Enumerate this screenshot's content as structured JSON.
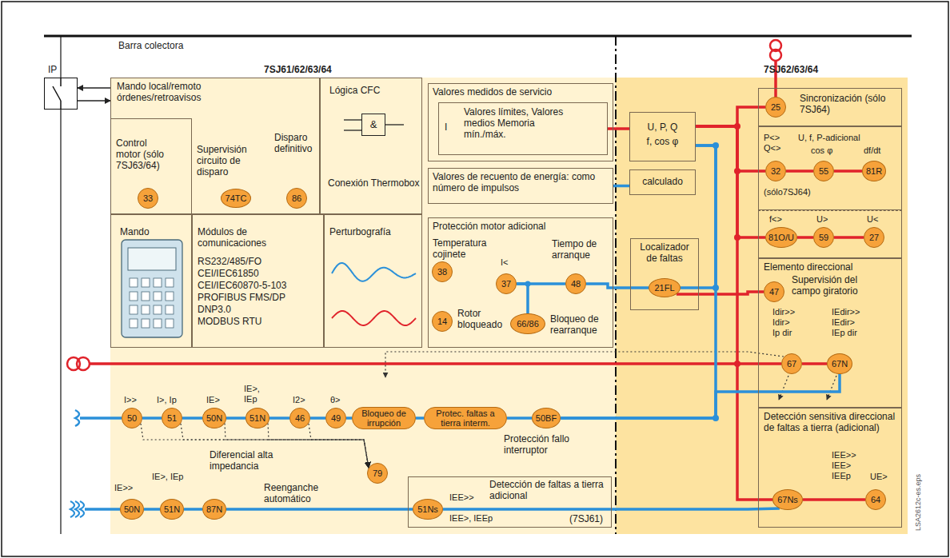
{
  "diagram": {
    "nodes": [
      {
        "text": [
          "IP"
        ]
      },
      {
        "text": [
          "7SJ61/62/63/64"
        ]
      },
      {
        "text": [
          "7SJ62/63/64"
        ]
      },
      {
        "text": [
          "Mando local/remoto órdenes/retroavisos",
          "Supervisión circuito de disparo",
          "Disparo definitivo"
        ],
        "in": 1
      },
      {
        "text": [
          "Control motor (sólo 7SJ63/64)"
        ],
        "in": 3
      },
      {
        "text": [
          "33"
        ],
        "in": 4
      },
      {
        "text": [
          "74TC"
        ],
        "in": 3
      },
      {
        "text": [
          "86"
        ],
        "in": 3
      },
      {
        "text": [
          "Lógica CFC",
          "Conexión Thermobox"
        ],
        "in": 1
      },
      {
        "text": [
          "&"
        ],
        "in": 8
      },
      {
        "text": [
          "Mando"
        ],
        "in": 1
      },
      {
        "text": [
          "Módulos de comunicaciones",
          "RS232/485/FO",
          "CEI/IEC61850",
          "CEI/IEC60870-5-103",
          "PROFIBUS FMS/DP",
          "DNP3.0",
          "MODBUS RTU"
        ],
        "in": 1
      },
      {
        "text": [
          "Perturbografía"
        ],
        "in": 1
      },
      {
        "text": [
          "Valores medidos de servicio"
        ],
        "in": 1
      },
      {
        "text": [
          "I",
          "Valores límites, Valores medios Memoria mín./máx."
        ],
        "in": 13
      },
      {
        "text": [
          "Valores de recuento de energía: como número de impulsos"
        ],
        "in": 1
      },
      {
        "text": [
          "U, P, Q",
          "f, cos φ"
        ],
        "in": 2
      },
      {
        "text": [
          "calculado"
        ],
        "in": 2
      },
      {
        "text": [
          "Protección motor adicional",
          "Temperatura cojinete",
          "I<",
          "Tiempo de arranque",
          "Rotor bloqueado",
          "Bloqueo de rearranque"
        ],
        "in": 1
      },
      {
        "text": [
          "38"
        ],
        "in": 18
      },
      {
        "text": [
          "37"
        ],
        "in": 18
      },
      {
        "text": [
          "48"
        ],
        "in": 18
      },
      {
        "text": [
          "14"
        ],
        "in": 18
      },
      {
        "text": [
          "66/86"
        ],
        "in": 18
      },
      {
        "text": [
          "Localizador de faltas"
        ],
        "in": 2
      },
      {
        "text": [
          "21FL"
        ],
        "in": 24
      },
      {
        "text": [
          "Sincronización (sólo 7SJ64)"
        ],
        "in": 2
      },
      {
        "text": [
          "25"
        ],
        "in": 26
      },
      {
        "text": [
          "P<> Q<>",
          "U, f, P-adicional",
          "cos φ",
          "df/dt",
          "(sólo7SJ64)"
        ],
        "in": 2
      },
      {
        "text": [
          "32"
        ],
        "in": 28
      },
      {
        "text": [
          "55"
        ],
        "in": 28
      },
      {
        "text": [
          "81R"
        ],
        "in": 28
      },
      {
        "text": [
          "f<>",
          "U>",
          "U<"
        ],
        "in": 2
      },
      {
        "text": [
          "81O/U"
        ],
        "in": 32
      },
      {
        "text": [
          "59"
        ],
        "in": 32
      },
      {
        "text": [
          "27"
        ],
        "in": 32
      },
      {
        "text": [
          "Elemento direccional",
          "Supervisión del campo giratorio",
          "Idir>>",
          "Idir>",
          "Ip dir",
          "IEdir>>",
          "IEdir>",
          "IEp dir"
        ],
        "in": 2
      },
      {
        "text": [
          "47"
        ],
        "in": 36
      },
      {
        "text": [
          "67"
        ],
        "in": 36
      },
      {
        "text": [
          "67N"
        ],
        "in": 36
      },
      {
        "text": [
          "Detección sensitiva direccional de faltas a tierra (adicional)",
          "IEE>>",
          "IEE>",
          "IEEp",
          "UE>"
        ],
        "in": 2
      },
      {
        "text": [
          "67Ns"
        ],
        "in": 40
      },
      {
        "text": [
          "64"
        ],
        "in": 40
      },
      {
        "text": [
          "50"
        ],
        "in": 1
      },
      {
        "text": [
          "51"
        ],
        "in": 1
      },
      {
        "text": [
          "50N"
        ],
        "in": 1
      },
      {
        "text": [
          "51N"
        ],
        "in": 1
      },
      {
        "text": [
          "46"
        ],
        "in": 1
      },
      {
        "text": [
          "49"
        ],
        "in": 1
      },
      {
        "text": [
          "Bloqueo de irrupción"
        ],
        "in": 1
      },
      {
        "text": [
          "Protec. faltas a tierra interm."
        ],
        "in": 1
      },
      {
        "text": [
          "50BF"
        ],
        "in": 1
      },
      {
        "text": [
          "50N"
        ],
        "in": 1
      },
      {
        "text": [
          "51N"
        ],
        "in": 1
      },
      {
        "text": [
          "87N"
        ],
        "in": 1
      },
      {
        "text": [
          "79"
        ],
        "in": 1
      },
      {
        "text": [
          "Detección de faltas a tierra adicional",
          "IEE>>",
          "IEE>, IEEp",
          "(7SJ61)"
        ],
        "in": 1
      },
      {
        "text": [
          "51Ns"
        ],
        "in": 56
      }
    ],
    "edges": [
      {
        "from": 3,
        "to": 0,
        "arrow": "to"
      },
      {
        "from": 0,
        "to": 3,
        "arrow": "to"
      },
      {
        "from": 16,
        "to": 14,
        "arrow": "none"
      },
      {
        "from": 17,
        "to": 15,
        "arrow": "none"
      },
      {
        "from": 20,
        "to": 21,
        "arrow": "none"
      },
      {
        "from": 20,
        "to": 23,
        "arrow": "none"
      },
      {
        "from": 21,
        "to": 25,
        "arrow": "none"
      },
      {
        "from": 25,
        "to": 16,
        "arrow": "none"
      },
      {
        "from": 16,
        "to": 27,
        "arrow": "none"
      },
      {
        "from": 16,
        "to": 29,
        "arrow": "none"
      },
      {
        "from": 29,
        "to": 30,
        "arrow": "none"
      },
      {
        "from": 30,
        "to": 31,
        "arrow": "none"
      },
      {
        "from": 16,
        "to": 33,
        "arrow": "none"
      },
      {
        "from": 33,
        "to": 34,
        "arrow": "none"
      },
      {
        "from": 34,
        "to": 35,
        "arrow": "none"
      },
      {
        "from": 25,
        "to": 37,
        "arrow": "none"
      },
      {
        "from": 38,
        "to": 39,
        "arrow": "none"
      },
      {
        "from": 16,
        "to": 41,
        "arrow": "none"
      },
      {
        "from": 41,
        "to": 42,
        "arrow": "none"
      },
      {
        "from": 43,
        "to": 44,
        "arrow": "none"
      },
      {
        "from": 44,
        "to": 45,
        "arrow": "none"
      },
      {
        "from": 45,
        "to": 46,
        "arrow": "none"
      },
      {
        "from": 46,
        "to": 47,
        "arrow": "none"
      },
      {
        "from": 47,
        "to": 48,
        "arrow": "none"
      },
      {
        "from": 48,
        "to": 49,
        "arrow": "none"
      },
      {
        "from": 49,
        "to": 50,
        "arrow": "none"
      },
      {
        "from": 50,
        "to": 51,
        "arrow": "none"
      },
      {
        "from": 51,
        "to": 16,
        "arrow": "none"
      },
      {
        "from": 51,
        "to": 39,
        "arrow": "none"
      },
      {
        "from": 52,
        "to": 53,
        "arrow": "none"
      },
      {
        "from": 53,
        "to": 54,
        "arrow": "none"
      },
      {
        "from": 54,
        "to": 57,
        "arrow": "none"
      },
      {
        "from": 57,
        "to": 41,
        "arrow": "none"
      },
      {
        "from": 43,
        "to": 55,
        "arrow": "to"
      },
      {
        "from": 44,
        "to": 55,
        "arrow": "to"
      },
      {
        "from": 45,
        "to": 55,
        "arrow": "to"
      },
      {
        "from": 46,
        "to": 55,
        "arrow": "to"
      },
      {
        "from": 47,
        "to": 55,
        "arrow": "to"
      }
    ],
    "labels": [
      "Barra colectora",
      "I>>",
      "I>, Ip",
      "IE>",
      "IE>, IEp",
      "I2>",
      "θ>",
      "Protección fallo interruptor",
      "IE>>",
      "IE>, IEp",
      "Diferencial alta impedancia",
      "Reenganche automático",
      "LSA2612c-es.eps"
    ]
  }
}
